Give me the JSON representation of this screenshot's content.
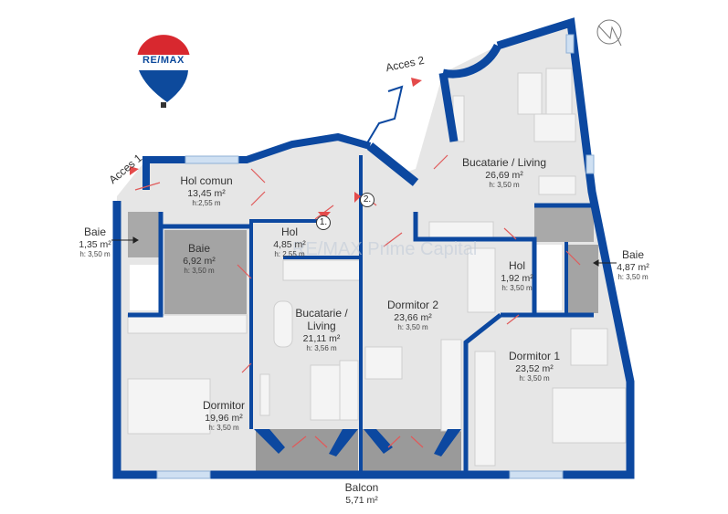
{
  "logo": {
    "text": "RE/MAX",
    "colors": {
      "red": "#d8282f",
      "blue": "#0d4a9c",
      "white": "#ffffff"
    }
  },
  "watermark": {
    "brand": "RE/MAX",
    "office": "RE/MAX Prime Capital"
  },
  "compass": {
    "icon": "north-arrow-icon"
  },
  "colors": {
    "wall": "#0c48a0",
    "floor": "#e4e4e4",
    "tile": "#a8a8a8",
    "door": "#e05a5a",
    "window": "#cfe0f2",
    "access_marker": "#e44b4b"
  },
  "access": [
    {
      "label": "Acces 1"
    },
    {
      "label": "Acces 2"
    }
  ],
  "markers": [
    {
      "label": "1."
    },
    {
      "label": "2."
    }
  ],
  "rooms": {
    "hol_comun": {
      "name": "Hol comun",
      "area": "13,45 m²",
      "height": "h:2,55 m"
    },
    "baie_small": {
      "name": "Baie",
      "area": "1,35 m²",
      "height": "h: 3,50 m"
    },
    "baie_mid": {
      "name": "Baie",
      "area": "6,92 m²",
      "height": "h: 3,50 m"
    },
    "hol_1": {
      "name": "Hol",
      "area": "4,85 m²",
      "height": "h: 2,55 m"
    },
    "bucatarie_living_1": {
      "name_line1": "Bucatarie /",
      "name_line2": "Living",
      "area": "21,11 m²",
      "height": "h: 3,56 m"
    },
    "dormitor": {
      "name": "Dormitor",
      "area": "19,96 m²",
      "height": "h: 3,50 m"
    },
    "dormitor_2": {
      "name": "Dormitor 2",
      "area": "23,66 m²",
      "height": "h: 3,50 m"
    },
    "bucatarie_living_2": {
      "name": "Bucatarie / Living",
      "area": "26,69 m²",
      "height": "h: 3,50 m"
    },
    "hol_2": {
      "name": "Hol",
      "area": "1,92 m²",
      "height": "h: 3,50 m"
    },
    "baie_right": {
      "name": "Baie",
      "area": "4,87 m²",
      "height": "h: 3,50 m"
    },
    "dormitor_1": {
      "name": "Dormitor 1",
      "area": "23,52 m²",
      "height": "h: 3,50 m"
    },
    "balcon": {
      "name": "Balcon",
      "area": "5,71 m²"
    }
  }
}
